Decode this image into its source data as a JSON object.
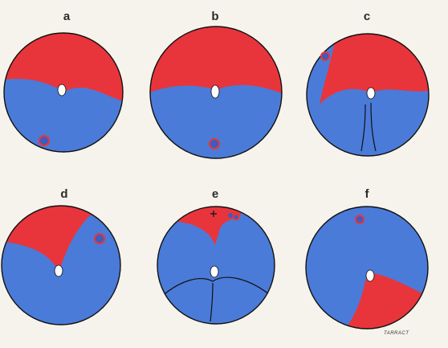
{
  "panels": [
    {
      "label": "a"
    },
    {
      "label": "b"
    },
    {
      "label": "c"
    },
    {
      "label": "d"
    },
    {
      "label": "e"
    },
    {
      "label": "f"
    }
  ],
  "colors": {
    "red": "#e8353b",
    "blue": "#4a7bd8",
    "outline": "#111111",
    "spot_fill": "#3b5cc0",
    "disc": "#ffffff"
  }
}
